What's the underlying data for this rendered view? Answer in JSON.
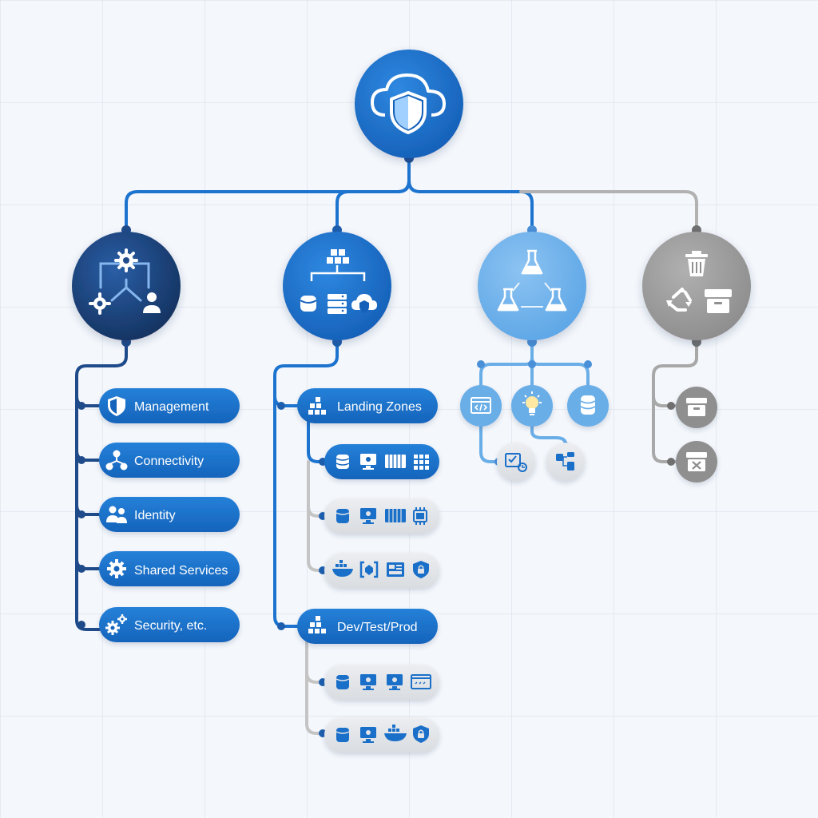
{
  "colors": {
    "navy": "#1a3f78",
    "blue": "#1a6fc9",
    "light_blue": "#6aaee8",
    "gray": "#9a9a9a",
    "pill_blue": "#1a6fc9",
    "pill_gray": "#e3e5e8",
    "connector_blue": "#1d74cf",
    "connector_navy": "#1f4b8a",
    "connector_gray": "#b2b2b2"
  },
  "root": {
    "icon": "cloud-shield-icon"
  },
  "branches": [
    {
      "id": "platform",
      "icon": "management-network-icon",
      "items": [
        {
          "label": "Management",
          "icon": "shield-icon"
        },
        {
          "label": "Connectivity",
          "icon": "network-icon"
        },
        {
          "label": "Identity",
          "icon": "users-icon"
        },
        {
          "label": "Shared Services",
          "icon": "gear-icon"
        },
        {
          "label": "Security, etc.",
          "icon": "gears-icon"
        }
      ]
    },
    {
      "id": "landing-zones",
      "icon": "hierarchy-resources-icon",
      "groups": [
        {
          "label": "Landing Zones",
          "icon": "building-blocks-icon",
          "rows": [
            {
              "style": "blue",
              "icons": [
                "database-icon",
                "monitor-icon",
                "storage-icon",
                "grid-icon"
              ]
            },
            {
              "style": "gray",
              "icons": [
                "database-icon",
                "monitor-icon",
                "storage-icon",
                "chip-icon"
              ]
            },
            {
              "style": "gray",
              "icons": [
                "container-icon",
                "code-brackets-icon",
                "dashboard-icon",
                "shield-lock-icon"
              ]
            }
          ]
        },
        {
          "label": "Dev/Test/Prod",
          "icon": "building-blocks-icon",
          "rows": [
            {
              "style": "gray",
              "icons": [
                "database-icon",
                "monitor-icon",
                "monitor-icon",
                "code-window-icon"
              ]
            },
            {
              "style": "gray",
              "icons": [
                "database-icon",
                "monitor-icon",
                "container-icon",
                "shield-lock-icon"
              ]
            }
          ]
        }
      ]
    },
    {
      "id": "sandbox",
      "icon": "flasks-icon",
      "children": [
        "code-window-icon",
        "lightbulb-icon",
        "database-icon"
      ],
      "subchildren": [
        "checklist-chart-icon",
        "flow-diagram-icon"
      ]
    },
    {
      "id": "decommissioned",
      "icon": "trash-recycle-archive-icon",
      "children": [
        "archive-box-icon",
        "archive-delete-icon"
      ]
    }
  ]
}
